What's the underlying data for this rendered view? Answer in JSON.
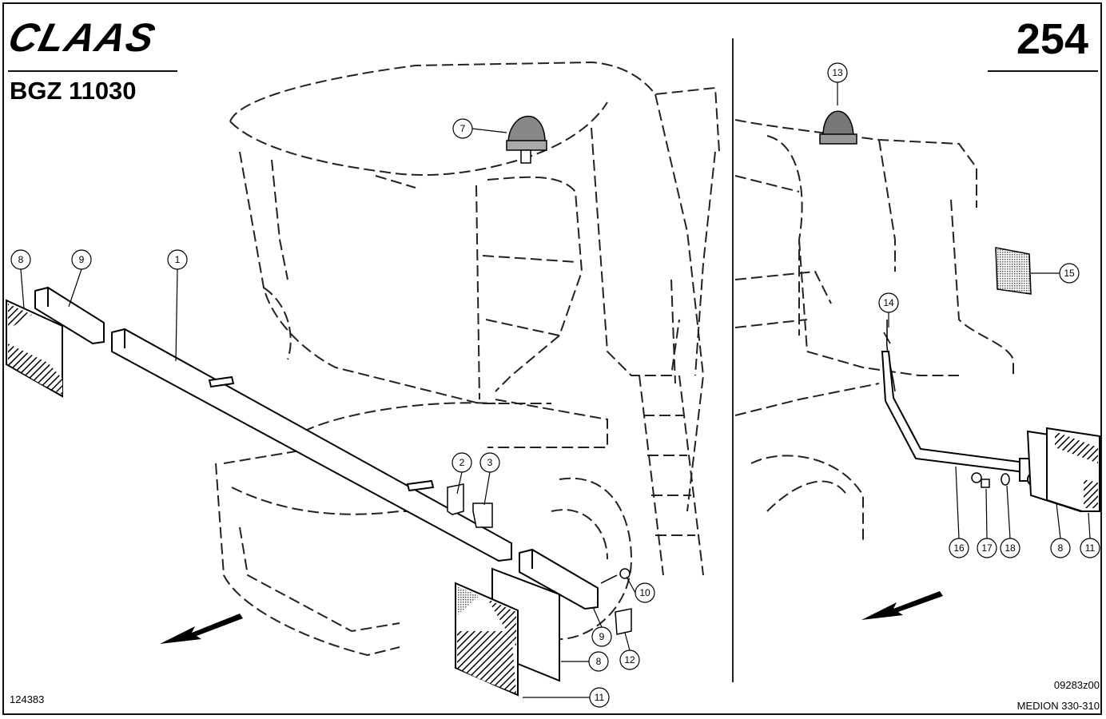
{
  "header": {
    "brand": "CLAAS",
    "document_code": "BGZ 11030",
    "page_number": "254"
  },
  "footer": {
    "left_number": "124383",
    "drawing_ref": "09283z00",
    "model": "MEDION 330-310"
  },
  "callouts": {
    "c1": "1",
    "c2": "2",
    "c3": "3",
    "c7": "7",
    "c8a": "8",
    "c9a": "9",
    "c9b": "9",
    "c8b": "8",
    "c10": "10",
    "c11a": "11",
    "c12": "12",
    "c13": "13",
    "c14": "14",
    "c15": "15",
    "c16": "16",
    "c17": "17",
    "c18": "18",
    "c8c": "8",
    "c11b": "11"
  }
}
